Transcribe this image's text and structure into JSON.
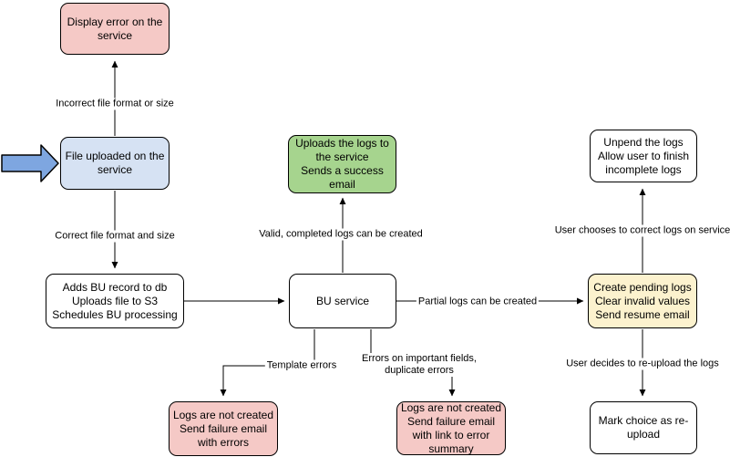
{
  "diagram": {
    "type": "flowchart",
    "nodes": {
      "display_error": "Display error on the\nservice",
      "file_uploaded": "File uploaded on the\nservice",
      "add_record": "Adds BU record to db\nUploads file to S3\nSchedules BU processing",
      "bu_service": "BU service",
      "upload_success": "Uploads the logs to\nthe service\nSends a success\nemail",
      "create_pending": "Create pending logs\nClear invalid values\nSend resume email",
      "unpend_logs": "Unpend the logs\nAllow user to finish\nincomplete logs",
      "mark_reupload": "Mark choice as re-\nupload",
      "failure_template": "Logs are not created\nSend failure email\nwith errors",
      "failure_fields": "Logs are not created\nSend failure email\nwith link to error\nsummary"
    },
    "edge_labels": {
      "incorrect_format": "Incorrect file format or size",
      "correct_format": "Correct file format and size",
      "valid_logs": "Valid, completed logs can be created",
      "partial_logs": "Partial logs can be created",
      "user_correct": "User chooses to correct logs on service",
      "user_reupload": "User decides to re-upload the logs",
      "template_errors": "Template errors",
      "field_errors": "Errors on important fields,\nduplicate errors"
    },
    "icons": {
      "input_arrow": "fat-right-arrow"
    },
    "colors": {
      "error_fill": "#f5c9c6",
      "input_fill": "#d6e2f3",
      "success_fill": "#a6d48e",
      "pending_fill": "#fcf2ce",
      "neutral_fill": "#ffffff",
      "stroke": "#000000",
      "input_arrow_fill": "#7ea6e0"
    }
  }
}
